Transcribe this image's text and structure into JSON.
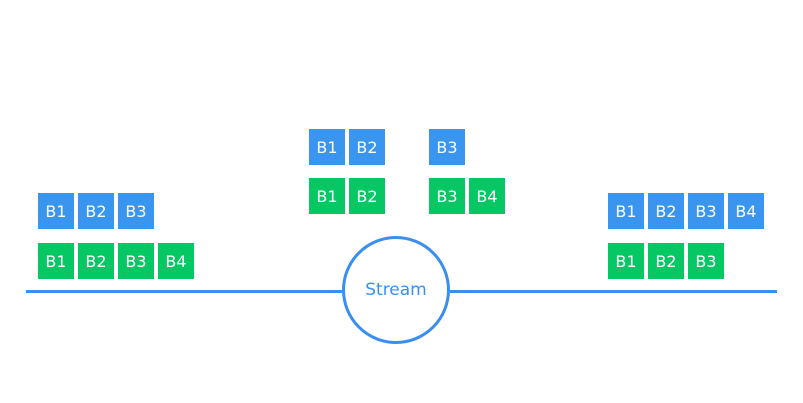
{
  "colors": {
    "blue": "#3a95ee",
    "green": "#05c764",
    "line": "#3a8eef"
  },
  "stream_label": "Stream",
  "left": {
    "blue_row": [
      "B1",
      "B2",
      "B3"
    ],
    "green_row": [
      "B1",
      "B2",
      "B3",
      "B4"
    ]
  },
  "middle": {
    "blue_row": [
      "B1",
      "B2",
      "",
      "B3"
    ],
    "green_row": [
      "B1",
      "B2",
      "",
      "B3",
      "B4"
    ]
  },
  "right": {
    "blue_row": [
      "B1",
      "B2",
      "B3",
      "B4"
    ],
    "green_row": [
      "B1",
      "B2",
      "B3"
    ]
  }
}
